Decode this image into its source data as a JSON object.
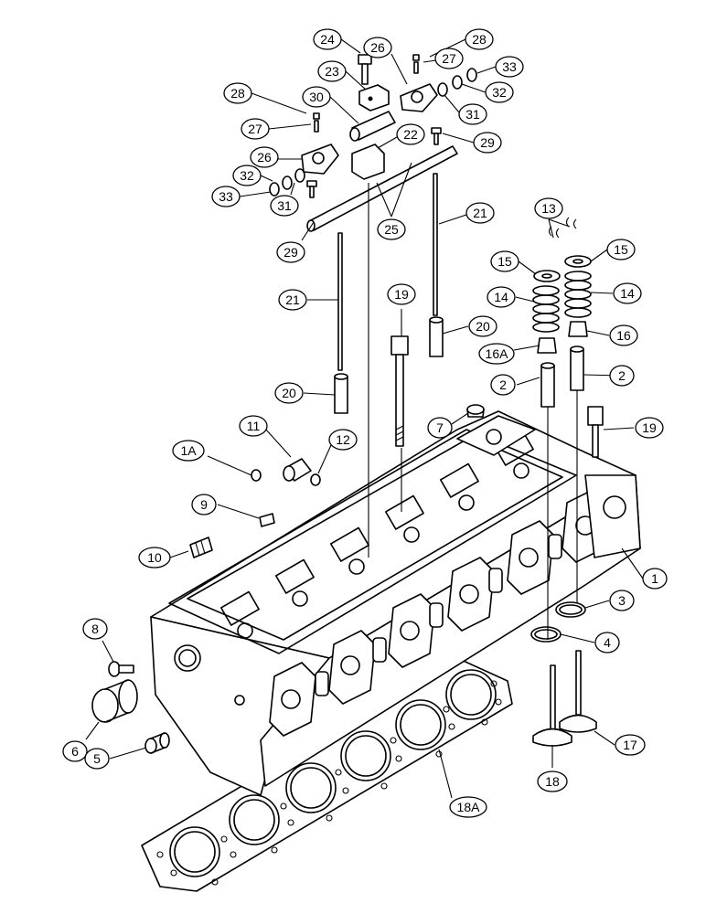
{
  "diagram": {
    "callouts": [
      {
        "id": "c24",
        "label": "24"
      },
      {
        "id": "c26a",
        "label": "26"
      },
      {
        "id": "c28a",
        "label": "28"
      },
      {
        "id": "c27a",
        "label": "27"
      },
      {
        "id": "c33a",
        "label": "33"
      },
      {
        "id": "c23",
        "label": "23"
      },
      {
        "id": "c32a",
        "label": "32"
      },
      {
        "id": "c28b",
        "label": "28"
      },
      {
        "id": "c30",
        "label": "30"
      },
      {
        "id": "c31a",
        "label": "31"
      },
      {
        "id": "c27b",
        "label": "27"
      },
      {
        "id": "c22",
        "label": "22"
      },
      {
        "id": "c29a",
        "label": "29"
      },
      {
        "id": "c26b",
        "label": "26"
      },
      {
        "id": "c32b",
        "label": "32"
      },
      {
        "id": "c33b",
        "label": "33"
      },
      {
        "id": "c31b",
        "label": "31"
      },
      {
        "id": "c21a",
        "label": "21"
      },
      {
        "id": "c13",
        "label": "13"
      },
      {
        "id": "c29b",
        "label": "29"
      },
      {
        "id": "c25",
        "label": "25"
      },
      {
        "id": "c15a",
        "label": "15"
      },
      {
        "id": "c15b",
        "label": "15"
      },
      {
        "id": "c21b",
        "label": "21"
      },
      {
        "id": "c19a",
        "label": "19"
      },
      {
        "id": "c14a",
        "label": "14"
      },
      {
        "id": "c14b",
        "label": "14"
      },
      {
        "id": "c20a",
        "label": "20"
      },
      {
        "id": "c16",
        "label": "16"
      },
      {
        "id": "c16a",
        "label": "16A"
      },
      {
        "id": "c2a",
        "label": "2"
      },
      {
        "id": "c2b",
        "label": "2"
      },
      {
        "id": "c20b",
        "label": "20"
      },
      {
        "id": "c7",
        "label": "7"
      },
      {
        "id": "c11",
        "label": "11"
      },
      {
        "id": "c19b",
        "label": "19"
      },
      {
        "id": "c1a",
        "label": "1A"
      },
      {
        "id": "c12",
        "label": "12"
      },
      {
        "id": "c9",
        "label": "9"
      },
      {
        "id": "c10",
        "label": "10"
      },
      {
        "id": "c1",
        "label": "1"
      },
      {
        "id": "c3",
        "label": "3"
      },
      {
        "id": "c8",
        "label": "8"
      },
      {
        "id": "c4",
        "label": "4"
      },
      {
        "id": "c6",
        "label": "6"
      },
      {
        "id": "c17",
        "label": "17"
      },
      {
        "id": "c5",
        "label": "5"
      },
      {
        "id": "c18",
        "label": "18"
      },
      {
        "id": "c18a",
        "label": "18A"
      }
    ]
  }
}
